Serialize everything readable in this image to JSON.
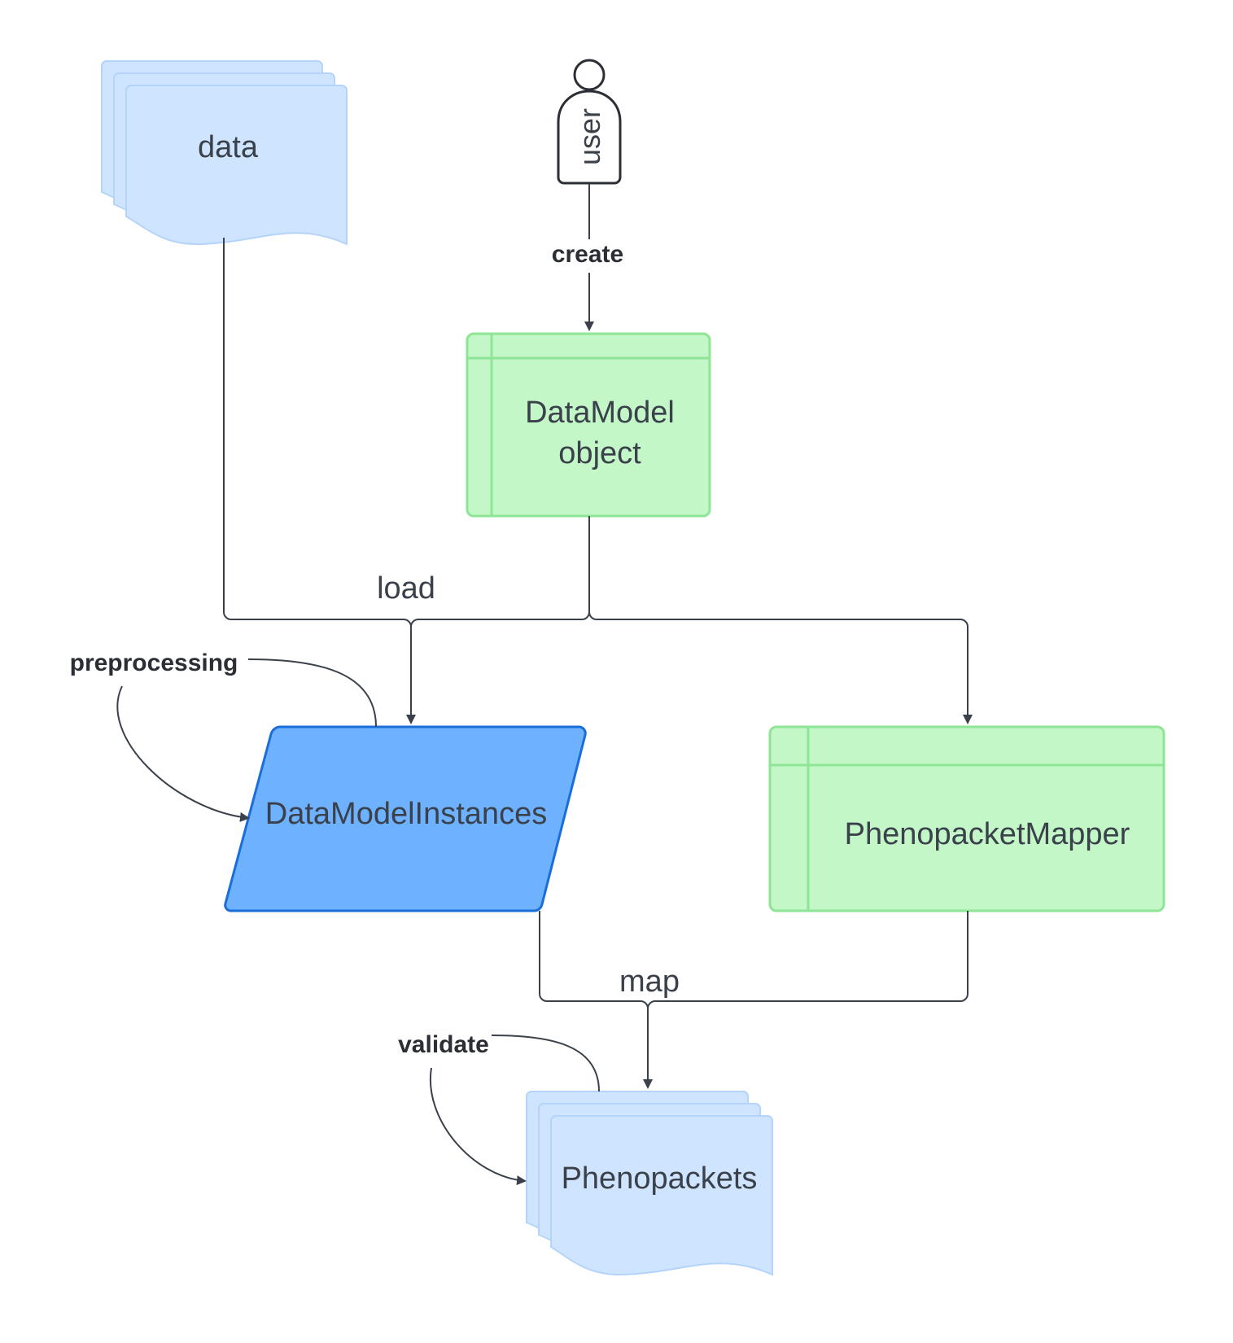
{
  "nodes": {
    "data": {
      "label": "data",
      "kind": "multi-document",
      "fill": "#cfe4ff",
      "stroke": "#b4d4fb"
    },
    "user": {
      "label": "user",
      "kind": "actor"
    },
    "datamodel_object": {
      "label_line1": "DataModel",
      "label_line2": "object",
      "kind": "internal-storage",
      "fill": "#c3f7c8",
      "stroke": "#8ee596"
    },
    "datamodel_instances": {
      "label": "DataModelInstances",
      "kind": "data",
      "fill": "#6db1ff",
      "stroke": "#1a6ed9"
    },
    "phenopacket_mapper": {
      "label": "PhenopacketMapper",
      "kind": "internal-storage",
      "fill": "#c3f7c8",
      "stroke": "#8ee596"
    },
    "phenopackets": {
      "label": "Phenopackets",
      "kind": "multi-document",
      "fill": "#cfe4ff",
      "stroke": "#b4d4fb"
    }
  },
  "edges": {
    "create": "create",
    "load": "load",
    "preprocessing": "preprocessing",
    "map": "map",
    "validate": "validate"
  },
  "colors": {
    "line": "#3a414a",
    "text": "#3a414a"
  }
}
